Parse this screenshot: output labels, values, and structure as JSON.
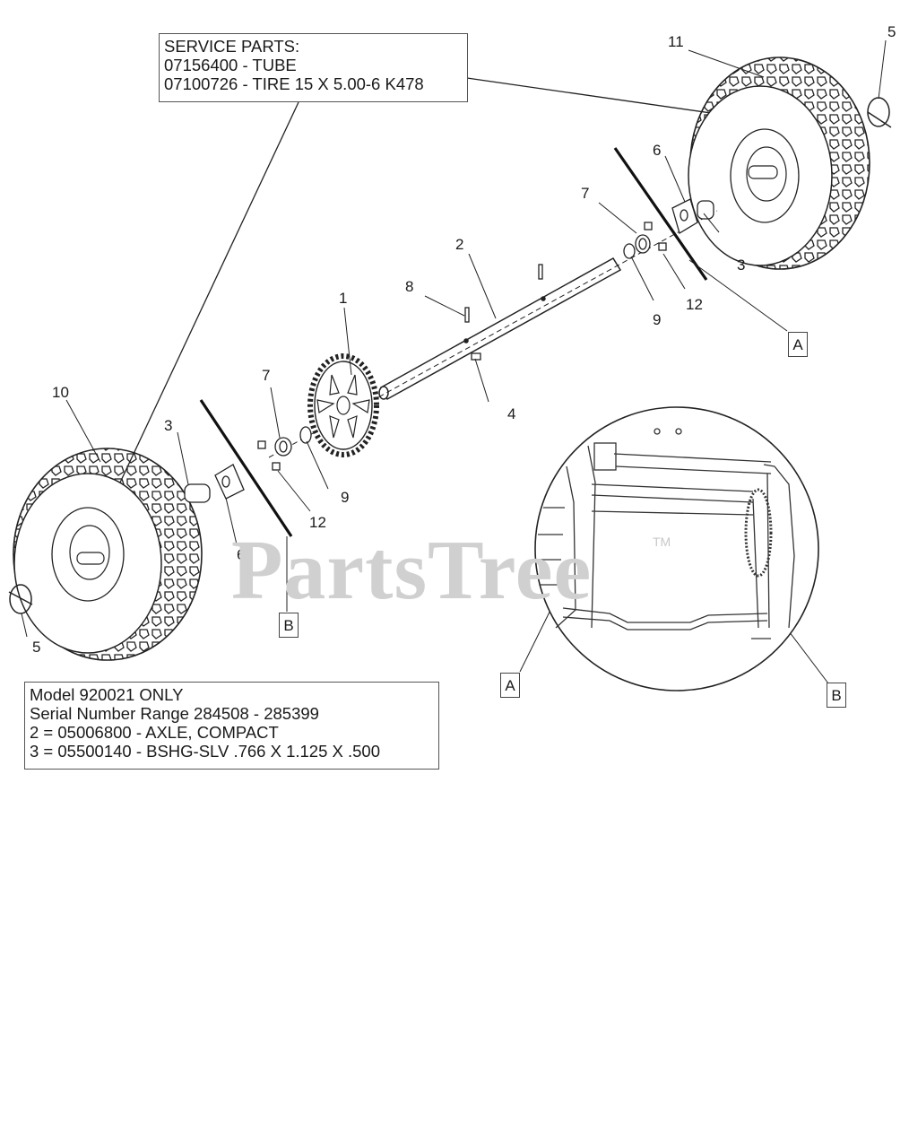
{
  "service_box": {
    "title": "SERVICE PARTS:",
    "lines": [
      "07156400 - TUBE",
      "07100726 - TIRE 15 X 5.00-6 K478"
    ]
  },
  "model_box": {
    "lines": [
      "Model 920021 ONLY",
      "Serial Number Range 284508 - 285399",
      "2 = 05006800 - AXLE, COMPACT",
      "3 = 05500140 - BSHG-SLV .766 X 1.125 X .500"
    ]
  },
  "callouts": {
    "n1": "1",
    "n2": "2",
    "n3_left": "3",
    "n3_right": "3",
    "n4": "4",
    "n5_left": "5",
    "n5_right": "5",
    "n6_left": "6",
    "n6_right": "6",
    "n7_left": "7",
    "n7_right": "7",
    "n8": "8",
    "n9_left": "9",
    "n9_right": "9",
    "n10": "10",
    "n11": "11",
    "n12_left": "12",
    "n12_right": "12"
  },
  "letters": {
    "a_main": "A",
    "b_main": "B",
    "a_inset": "A",
    "b_inset": "B"
  },
  "watermark": {
    "text": "PartsTree",
    "tm": "TM"
  }
}
